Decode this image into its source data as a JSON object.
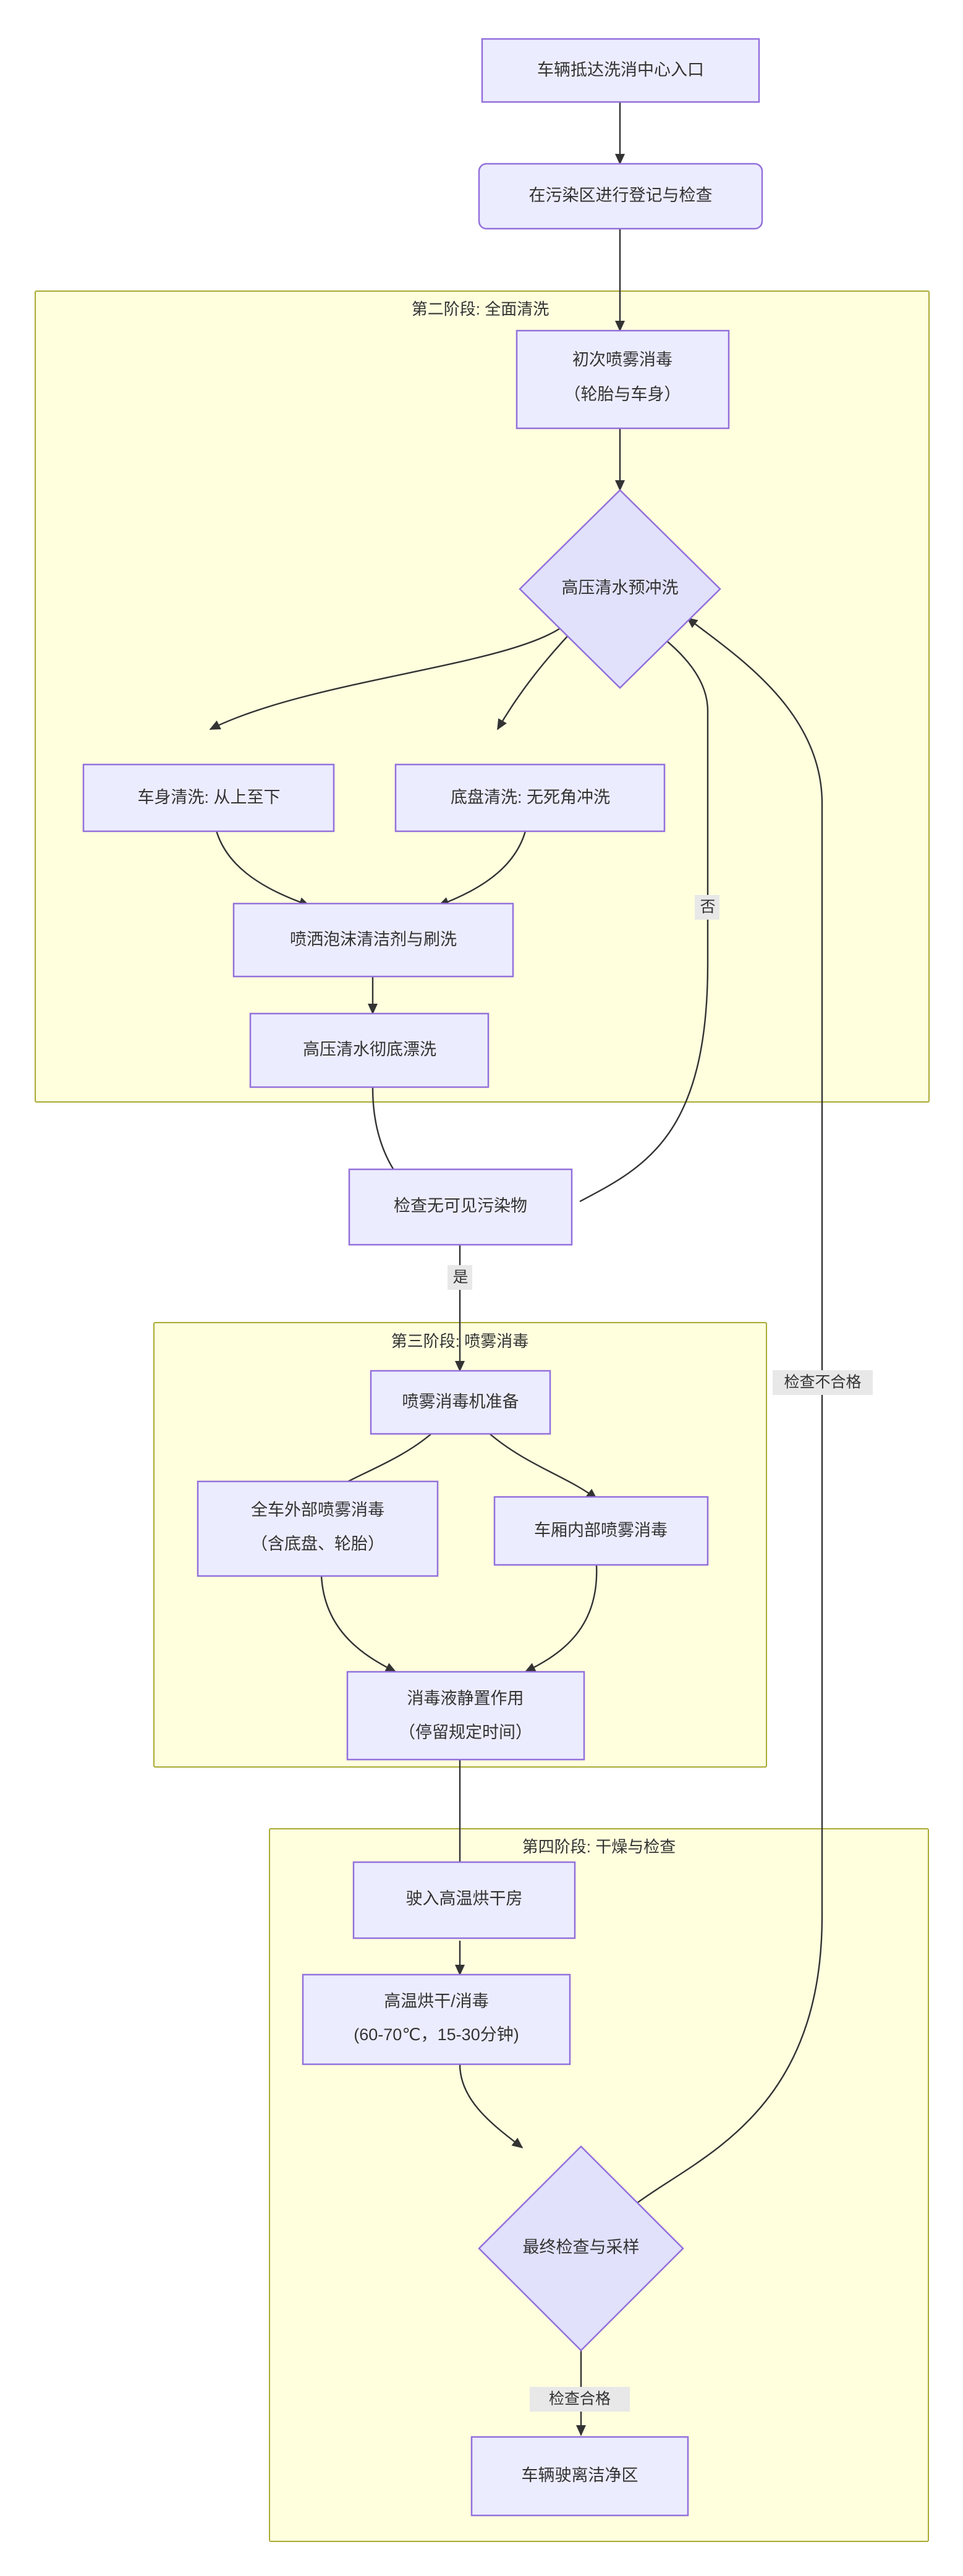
{
  "diagram": {
    "type": "flowchart",
    "direction": "top-down",
    "title_visible": false,
    "background_color": "#ffffff",
    "node_fill": "#ececff",
    "node_stroke": "#9370db",
    "cluster_fill": "#ffffde",
    "cluster_stroke": "#aaaa33",
    "edge_color": "#333333",
    "edge_label_bg": "#e8e8e8"
  },
  "clusters": [
    {
      "id": "phase2",
      "label": "第二阶段: 全面清洗"
    },
    {
      "id": "phase3",
      "label": "第三阶段: 喷雾消毒"
    },
    {
      "id": "phase4",
      "label": "第四阶段: 干燥与检查"
    }
  ],
  "nodes": [
    {
      "id": "n1",
      "shape": "rect",
      "label": "车辆抵达洗消中心入口"
    },
    {
      "id": "n2",
      "shape": "round-rect",
      "label": "在污染区进行登记与检查"
    },
    {
      "id": "n3",
      "shape": "rect",
      "label_line1": "初次喷雾消毒",
      "label_line2": "（轮胎与车身）"
    },
    {
      "id": "n4",
      "shape": "diamond",
      "label": "高压清水预冲洗"
    },
    {
      "id": "n5",
      "shape": "rect",
      "label": "车身清洗: 从上至下"
    },
    {
      "id": "n6",
      "shape": "rect",
      "label": "底盘清洗: 无死角冲洗"
    },
    {
      "id": "n7",
      "shape": "rect",
      "label": "喷洒泡沫清洁剂与刷洗"
    },
    {
      "id": "n8",
      "shape": "rect",
      "label": "高压清水彻底漂洗"
    },
    {
      "id": "n9",
      "shape": "rect",
      "label": "检查无可见污染物"
    },
    {
      "id": "n10",
      "shape": "rect",
      "label": "喷雾消毒机准备"
    },
    {
      "id": "n11",
      "shape": "rect",
      "label_line1": "全车外部喷雾消毒",
      "label_line2": "（含底盘、轮胎）"
    },
    {
      "id": "n12",
      "shape": "rect",
      "label": "车厢内部喷雾消毒"
    },
    {
      "id": "n13",
      "shape": "rect",
      "label_line1": "消毒液静置作用",
      "label_line2": "（停留规定时间）"
    },
    {
      "id": "n14",
      "shape": "rect",
      "label": "驶入高温烘干房"
    },
    {
      "id": "n15",
      "shape": "rect",
      "label_line1": "高温烘干/消毒",
      "label_line2": "(60-70℃，15-30分钟)"
    },
    {
      "id": "n16",
      "shape": "diamond",
      "label": "最终检查与采样"
    },
    {
      "id": "n17",
      "shape": "rect",
      "label": "车辆驶离洁净区"
    }
  ],
  "edge_labels": {
    "no": "否",
    "yes": "是",
    "inspection_failed": "检查不合格",
    "inspection_passed": "检查合格"
  },
  "edges": [
    {
      "from": "n1",
      "to": "n2",
      "label": ""
    },
    {
      "from": "n2",
      "to": "n3",
      "label": ""
    },
    {
      "from": "n3",
      "to": "n4",
      "label": ""
    },
    {
      "from": "n4",
      "to": "n5",
      "label": ""
    },
    {
      "from": "n4",
      "to": "n6",
      "label": ""
    },
    {
      "from": "n5",
      "to": "n7",
      "label": ""
    },
    {
      "from": "n6",
      "to": "n7",
      "label": ""
    },
    {
      "from": "n7",
      "to": "n8",
      "label": ""
    },
    {
      "from": "n8",
      "to": "n9",
      "label": ""
    },
    {
      "from": "n9",
      "to": "n4",
      "label": "否"
    },
    {
      "from": "n9",
      "to": "n10",
      "label": "是"
    },
    {
      "from": "n10",
      "to": "n11",
      "label": ""
    },
    {
      "from": "n10",
      "to": "n12",
      "label": ""
    },
    {
      "from": "n11",
      "to": "n13",
      "label": ""
    },
    {
      "from": "n12",
      "to": "n13",
      "label": ""
    },
    {
      "from": "n13",
      "to": "n14",
      "label": ""
    },
    {
      "from": "n14",
      "to": "n15",
      "label": ""
    },
    {
      "from": "n15",
      "to": "n16",
      "label": ""
    },
    {
      "from": "n16",
      "to": "n4",
      "label": "检查不合格"
    },
    {
      "from": "n16",
      "to": "n17",
      "label": "检查合格"
    }
  ]
}
